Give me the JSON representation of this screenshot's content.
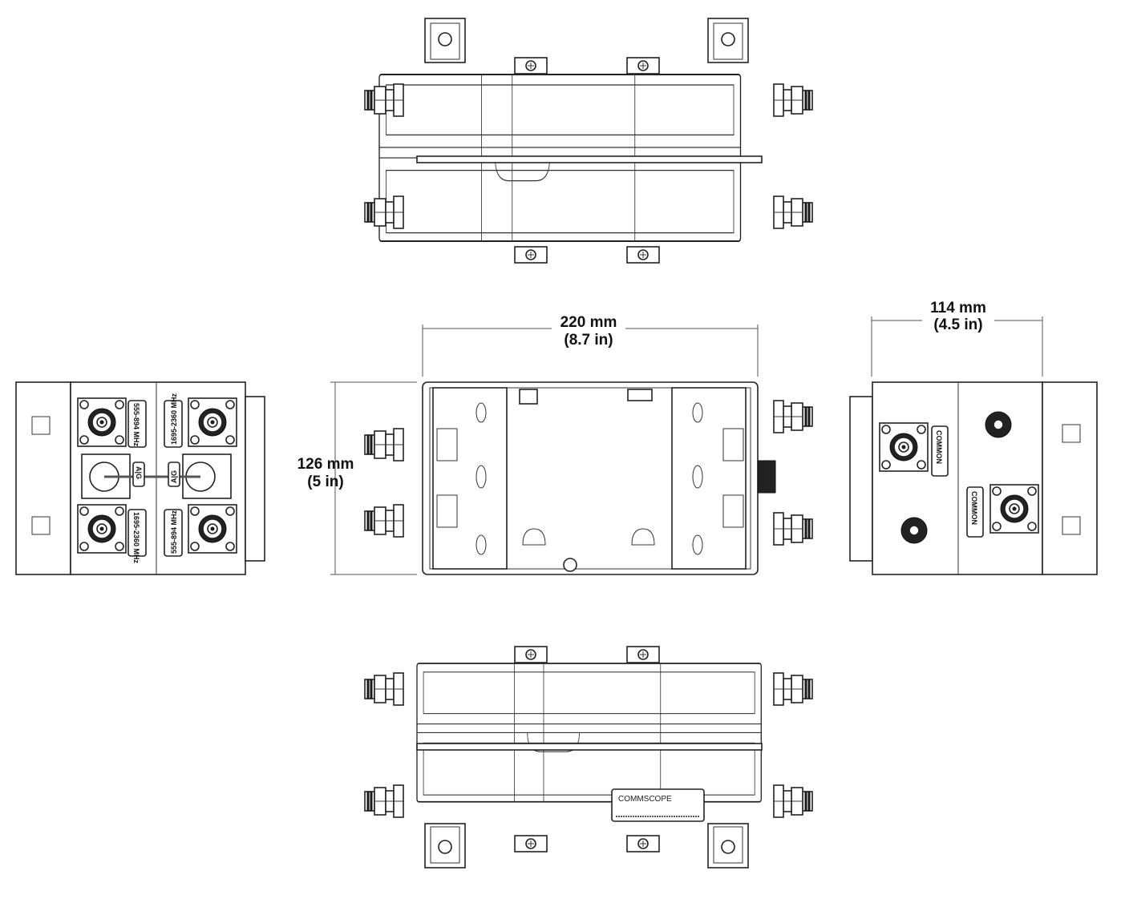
{
  "dimensions": {
    "width": {
      "mm": "220 mm",
      "in": "(8.7 in)"
    },
    "height": {
      "mm": "126 mm",
      "in": "(5 in)"
    },
    "depth": {
      "mm": "114 mm",
      "in": "(4.5 in)"
    }
  },
  "left_view": {
    "port_labels": [
      "555-894 MHz",
      "1695-2360 MHz",
      "1695-2360 MHz",
      "555-894 MHz"
    ],
    "ag_labels": [
      "A|G",
      "A|G"
    ]
  },
  "right_view": {
    "common_labels": [
      "COMMON",
      "COMMON"
    ]
  },
  "bottom_view": {
    "brand_label": "COMMSCOPE"
  }
}
